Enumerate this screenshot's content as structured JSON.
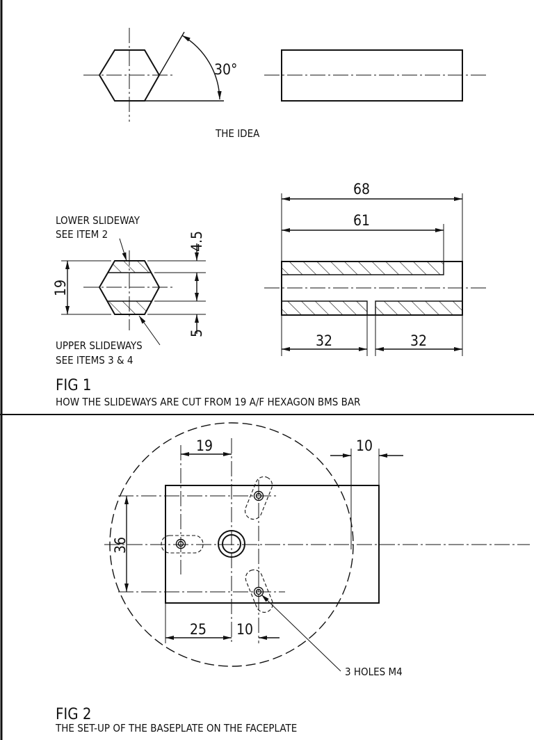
{
  "idea": {
    "angle": "30°",
    "caption": "THE IDEA"
  },
  "fig1": {
    "lower_label_1": "LOWER SLIDEWAY",
    "lower_label_2": "SEE ITEM 2",
    "upper_label_1": "UPPER SLIDEWAYS",
    "upper_label_2": "SEE ITEMS 3 & 4",
    "dim_19": "19",
    "dim_4_5": "4.5",
    "dim_5": "5",
    "dim_68": "68",
    "dim_61": "61",
    "dim_32_left": "32",
    "dim_32_right": "32",
    "title": "FIG 1",
    "caption": "HOW THE SLIDEWAYS ARE CUT FROM 19 A/F  HEXAGON BMS BAR"
  },
  "fig2": {
    "dim_19": "19",
    "dim_10_top": "10",
    "dim_36": "36",
    "dim_25": "25",
    "dim_10_bottom": "10",
    "holes_label": "3 HOLES M4",
    "title": "FIG 2",
    "caption": "THE SET-UP OF THE BASEPLATE ON THE FACEPLATE"
  }
}
